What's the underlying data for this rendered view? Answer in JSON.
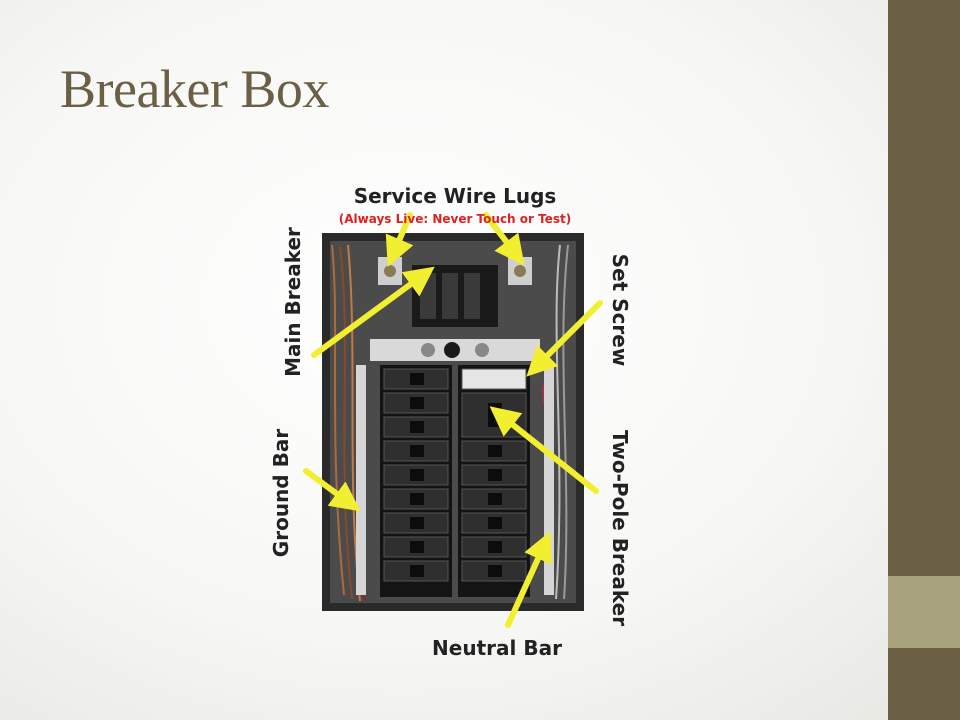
{
  "slide": {
    "title": "Breaker Box"
  },
  "colors": {
    "accent": "#6b5f45",
    "accent_light": "#a9a37d",
    "arrow": "#f2ee30",
    "warning": "#e02020"
  },
  "figure": {
    "labels": {
      "service_lugs": "Service Wire Lugs",
      "warning": "(Always Live: Never Touch or Test)",
      "main_breaker": "Main Breaker",
      "set_screw": "Set Screw",
      "ground_bar": "Ground Bar",
      "two_pole": "Two-Pole Breaker",
      "neutral_bar": "Neutral Bar"
    }
  }
}
